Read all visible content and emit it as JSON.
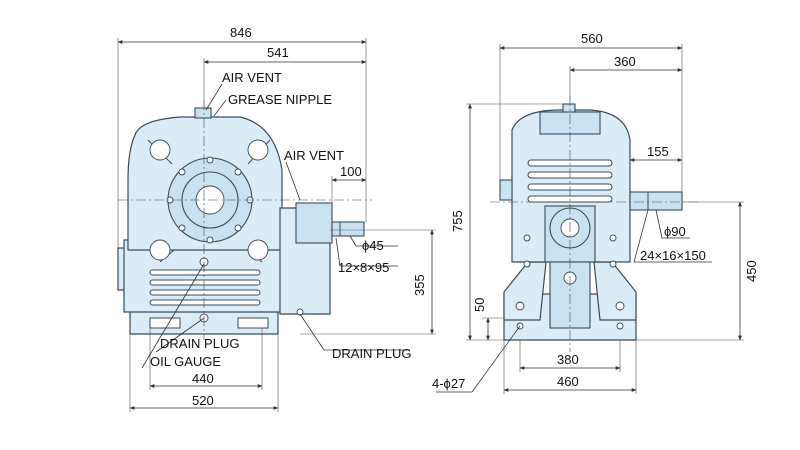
{
  "labels": {
    "air_vent_top": "AIR VENT",
    "grease_nipple": "GREASE NIPPLE",
    "air_vent_side": "AIR VENT",
    "drain_plug_left": "DRAIN PLUG",
    "drain_plug_right": "DRAIN PLUG",
    "oil_gauge": "OIL GAUGE"
  },
  "dimensions": {
    "overall_length": "846",
    "to_shaft_end": "541",
    "shaft_ext_left": "100",
    "shaft_dia_left": "ϕ45",
    "key_left": "12×8×95",
    "height_left": "355",
    "base_440": "440",
    "base_520": "520",
    "width_560": "560",
    "offset_360": "360",
    "shaft_ext_right": "155",
    "height_755": "755",
    "shaft_dia_right": "ϕ90",
    "key_right": "24×16×150",
    "height_450": "450",
    "base_height_50": "50",
    "base_380": "380",
    "base_460": "460",
    "bolt_holes": "4-ϕ27"
  },
  "colors": {
    "body_fill": "#d9ecf7",
    "outline": "#3a4a5a"
  }
}
